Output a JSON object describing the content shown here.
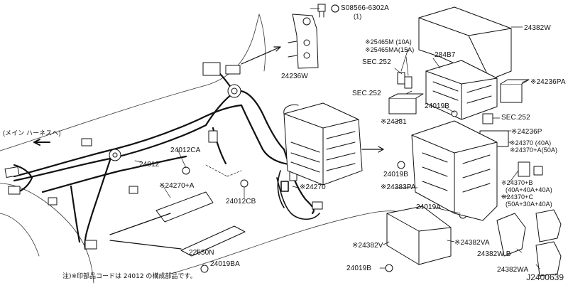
{
  "labels": {
    "bolt_top": "S08566-6302A",
    "bolt_top_qty": "(1)",
    "p24382w": "24382W",
    "p25465m": "※25465M (10A)",
    "p25465ma": "※25465MA(15A)",
    "p284b7": "284B7",
    "sec252_a": "SEC.252",
    "sec252_b": "SEC.252",
    "sec252_c": "SEC.252",
    "p24236pa": "※24236PA",
    "p24236w": "24236W",
    "p24019b_a": "24019B",
    "p24381": "※24381",
    "p24236p": "※24236P",
    "p24370": "※24370  (40A)",
    "p24370a": "※24370+A(50A)",
    "p24370b": "※24370+B",
    "p24370b_v": "(40A+40A+40A)",
    "p24370c": "※24370+C",
    "p24370c_v": "(50A+30A+40A)",
    "p24019b_b": "24019B",
    "p24383pa": "※24383PA",
    "p24019a": "24019A",
    "p24382va": "※24382VA",
    "p24382v": "※24382V",
    "p24382wb": "24382W B",
    "p24382wa": "24382WA",
    "p24019b_c": "24019B",
    "main_harness": "(メイン ハーネスへ)",
    "p24012": "24012",
    "p24012ca": "24012CA",
    "p24270a": "※24270+A",
    "p24012cb": "24012CB",
    "p24270": "※24270",
    "p22650n": "22650N",
    "p24019ba": "24019BA"
  },
  "footnote": "注)※印部品コードは 24012 の構成部品です。",
  "diagram_code": "J2400639"
}
